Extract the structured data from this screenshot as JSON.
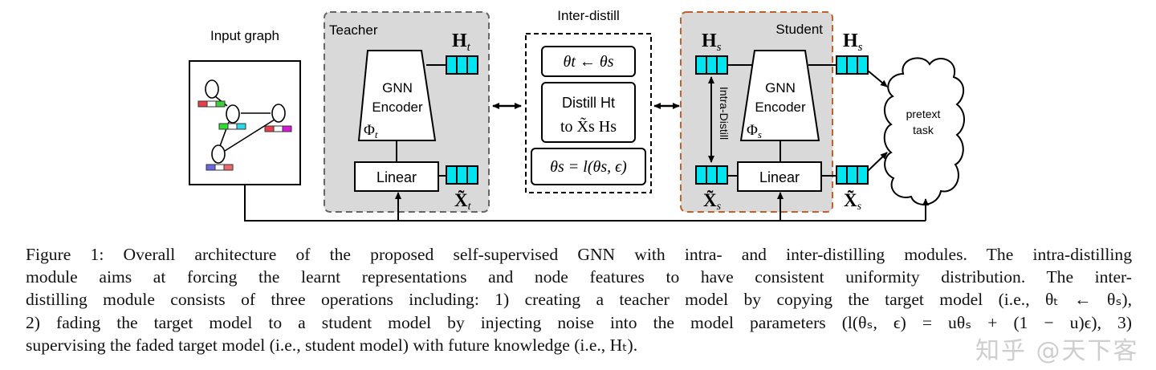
{
  "diagram": {
    "input_graph_label": "Input graph",
    "teacher": {
      "label": "Teacher",
      "h_label": "H",
      "h_sub": "t",
      "encoder_line1": "GNN",
      "encoder_line2": "Encoder",
      "phi": "Φ",
      "phi_sub": "t",
      "linear": "Linear",
      "x_label": "X̃",
      "x_sub": "t"
    },
    "inter_distill": {
      "label": "Inter-distill",
      "copy_rule": "θt ← θs",
      "distill_line1": "Distill Ht",
      "distill_line2": "to X̃s Hs",
      "fade_rule": "θs = l(θs, ϵ)"
    },
    "student": {
      "label": "Student",
      "h_label": "H",
      "h_sub": "s",
      "encoder_line1": "GNN",
      "encoder_line2": "Encoder",
      "phi": "Φ",
      "phi_sub": "s",
      "linear": "Linear",
      "x_label": "X̃",
      "x_sub": "s",
      "intra_distill": "Intra-Distill"
    },
    "output_h_label": "H",
    "output_h_sub": "s",
    "output_x_label": "X̃",
    "output_x_sub": "s",
    "pretext_line1": "pretext",
    "pretext_line2": "task",
    "colors": {
      "feature_block": "#00e5f0",
      "teacher_border": "#666666",
      "student_border": "#c0602a",
      "panel_fill": "#d9d9d9"
    }
  },
  "caption": {
    "lines": [
      "Figure 1: Overall architecture of the proposed self-supervised GNN with intra- and inter-distilling modules. The intra-distilling",
      "module aims at forcing the learnt representations and node features to have consistent uniformity distribution. The inter-",
      "distilling module consists of three operations including: 1) creating a teacher model by copying the target model (i.e., θₜ ← θₛ),",
      "2) fading the target model to a student model by injecting noise into the model parameters (l(θₛ, ϵ) = uθₛ + (1 − u)ϵ), 3)",
      "supervising the faded target model (i.e., student model) with future knowledge (i.e., Hₜ)."
    ]
  },
  "watermark": "知乎 @天下客"
}
